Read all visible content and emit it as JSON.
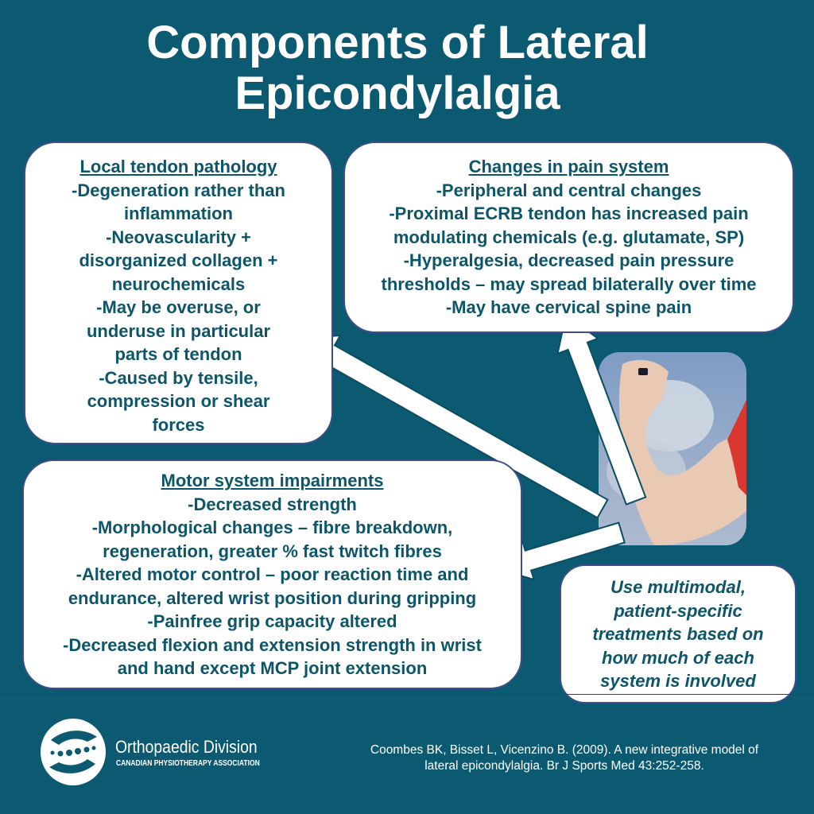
{
  "title": {
    "line1": "Components of Lateral",
    "line2": "Epicondylalgia"
  },
  "boxes": {
    "local": {
      "heading": "Local tendon pathology",
      "lines": [
        "-Degeneration rather than",
        "inflammation",
        "-Neovascularity +",
        "disorganized collagen +",
        "neurochemicals",
        "-May be overuse, or",
        "underuse in particular",
        "parts of tendon",
        "-Caused by tensile,",
        "compression or shear",
        "forces"
      ]
    },
    "pain": {
      "heading": "Changes in pain system",
      "lines": [
        "-Peripheral and central changes",
        "-Proximal ECRB tendon has increased pain",
        "modulating chemicals (e.g. glutamate, SP)",
        "-Hyperalgesia, decreased pain pressure",
        "thresholds – may spread bilaterally over time",
        "-May have cervical spine pain"
      ]
    },
    "motor": {
      "heading": "Motor system impairments",
      "lines": [
        "-Decreased strength",
        "-Morphological changes – fibre breakdown,",
        "regeneration, greater % fast twitch fibres",
        "-Altered motor control – poor reaction time and",
        "endurance, altered wrist position during gripping",
        "-Painfree grip capacity altered",
        "-Decreased flexion and extension strength in wrist",
        "and hand except MCP joint extension"
      ]
    },
    "summary": {
      "lines": [
        "Use multimodal,",
        "patient-specific",
        "treatments based on",
        "how much of each",
        "system is involved"
      ]
    }
  },
  "footer": {
    "org_name": "Orthopaedic Division",
    "org_sub": "CANADIAN PHYSIOTHERAPY ASSOCIATION",
    "citation_line1": "Coombes BK, Bisset L, Vicenzino B. (2009). A new integrative model of",
    "citation_line2": "lateral epicondylalgia. Br J Sports Med 43:252-258."
  },
  "colors": {
    "background": "#0b5a72",
    "box_text": "#0d5569",
    "box": "#ffffff",
    "arrow": "#ffffff"
  }
}
